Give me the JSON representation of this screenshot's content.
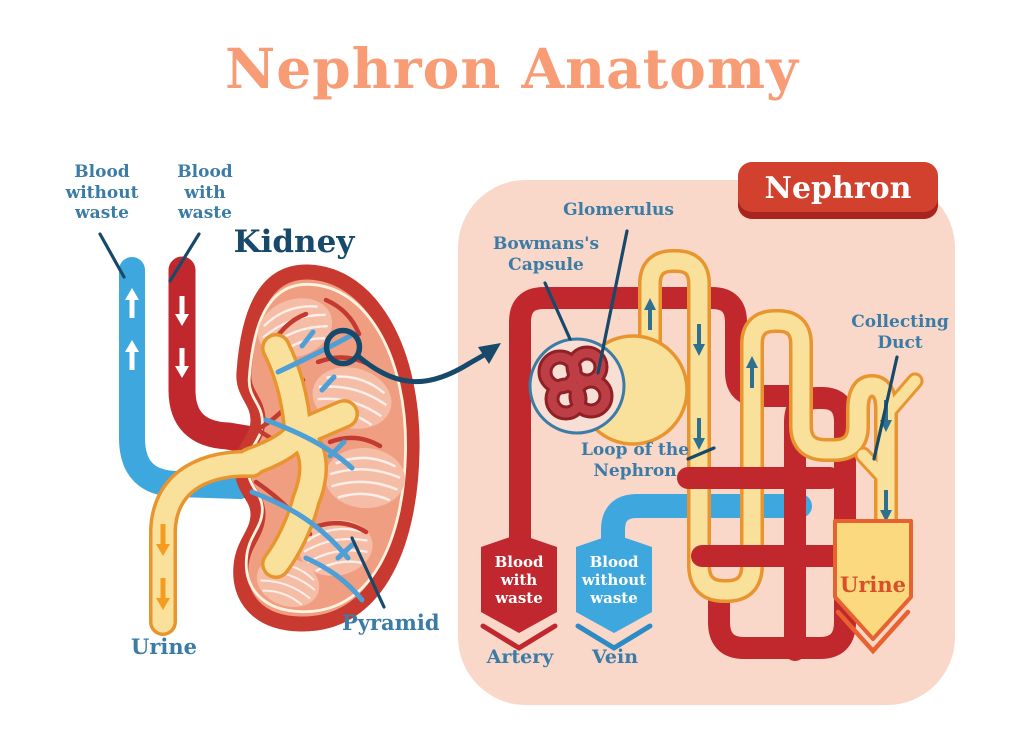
{
  "title": "Nephron Anatomy",
  "kidney_diagram": {
    "heading": "Kidney",
    "blood_without_waste": "Blood without waste",
    "blood_with_waste": "Blood with waste",
    "urine": "Urine",
    "pyramid": "Pyramid"
  },
  "nephron_diagram": {
    "badge": "Nephron",
    "glomerulus": "Glomerulus",
    "bowmans_capsule": "Bowmans's Capsule",
    "collecting_duct": "Collecting Duct",
    "loop_of_the_nephron": "Loop of the Nephron",
    "artery_ribbon": "Blood with waste",
    "vein_ribbon": "Blood without waste",
    "artery": "Artery",
    "vein": "Vein",
    "urine_ribbon": "Urine"
  },
  "colors": {
    "title_salmon": "#F89C76",
    "label_blue": "#3B7CA6",
    "navy": "#17496B",
    "artery_red": "#C0282E",
    "vein_blue": "#3EA8DE",
    "tubule_yellow": "#FAE19B",
    "tubule_outline": "#E8952F",
    "panel_pink": "#F9D7C9",
    "badge_red": "#D2402E",
    "urine_ribbon_yellow": "#FBD97E",
    "urine_orange": "#E8622F",
    "urine_text": "#D94F2B",
    "kidney_cortex": "#F09E82",
    "kidney_rim": "#C8392F",
    "pyramid_pink": "#F5BDA6",
    "ureter_arrow_orange": "#F59B20",
    "flow_arrow_teal": "#2E7090"
  }
}
